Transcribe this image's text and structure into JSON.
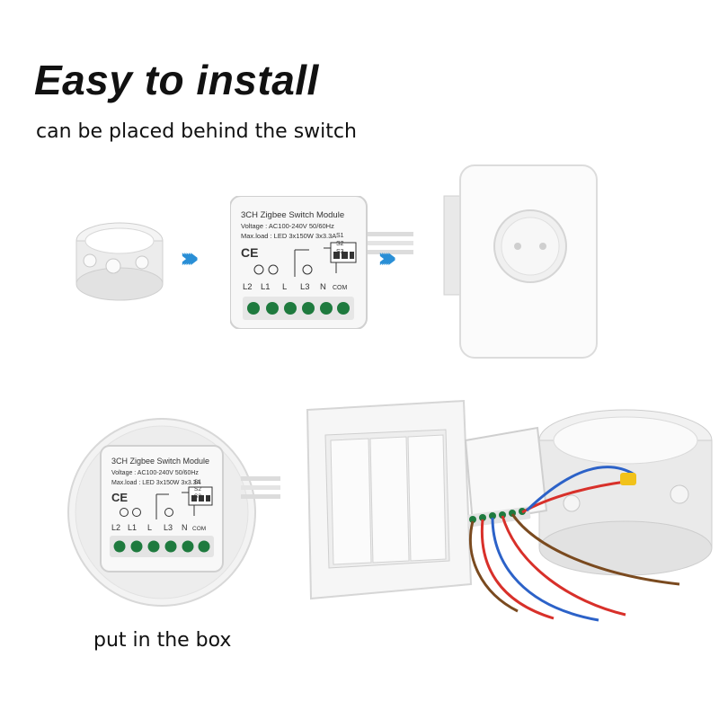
{
  "header": {
    "title": "Easy to install",
    "subtitle": "can be placed behind the switch"
  },
  "caption": "put in the box",
  "module": {
    "name": "3CH Zigbee Switch Module",
    "voltage": "Voltage : AC100-240V 50/60Hz",
    "maxload": "Max.load : LED 3x150W  3x3.3A",
    "ce": "CE",
    "terminals": [
      "L2",
      "L1",
      "L",
      "L3",
      "N",
      "COM"
    ],
    "switch_inputs": [
      "S1",
      "S2",
      "S3"
    ]
  },
  "module_box": {
    "name": "3CH Zigbee Switch Module",
    "voltage": "Voltage : AC100-240V 50/60Hz",
    "maxload": "Max.load : LED 3x150W  3x3.3A",
    "ce": "CE",
    "terminals": [
      "L2",
      "L1",
      "L",
      "L3",
      "N",
      "COM"
    ],
    "switch_inputs": [
      "S1",
      "S2",
      "S3"
    ]
  },
  "colors": {
    "accent": "#2a8fd6",
    "wire_red": "#d8302a",
    "wire_blue": "#2c62c8",
    "wire_brown": "#7a4a1f",
    "terminal_green": "#1e7a3e"
  }
}
